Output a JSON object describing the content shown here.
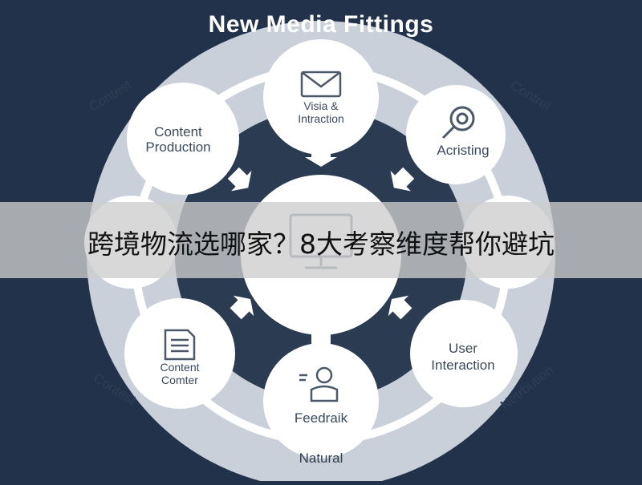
{
  "title": "New Media Fittings",
  "banner": "跨境物流选哪家？8大考察维度帮你避坑",
  "nodes": {
    "top": [
      "Visia &",
      "Intraction"
    ],
    "top_right": [
      "Acristing"
    ],
    "right": [],
    "bottom_right": [
      "User",
      "Interaction"
    ],
    "bottom": [
      "Feedraik"
    ],
    "bottom_left": [
      "Content",
      "Comter"
    ],
    "left": [],
    "top_left": [
      "Content",
      "Production"
    ]
  },
  "ring_labels": {
    "top_left": "Contest",
    "top_right": "Contrel",
    "bottom_left": "Contest",
    "bottom_right": "Netrbution",
    "bottom": "Natural"
  },
  "icons": {
    "top": "envelope-icon",
    "top_right": "magnifier-icon",
    "bottom": "person-icon",
    "bottom_left": "document-icon",
    "center": "monitor-icon",
    "arrows": "arrow-icon"
  },
  "colors": {
    "background": "#22324a",
    "outer_ring": "#c9d0d9",
    "inner_ring": "#2b3b52",
    "node": "#ffffff",
    "banner": "#cdcdcd"
  }
}
